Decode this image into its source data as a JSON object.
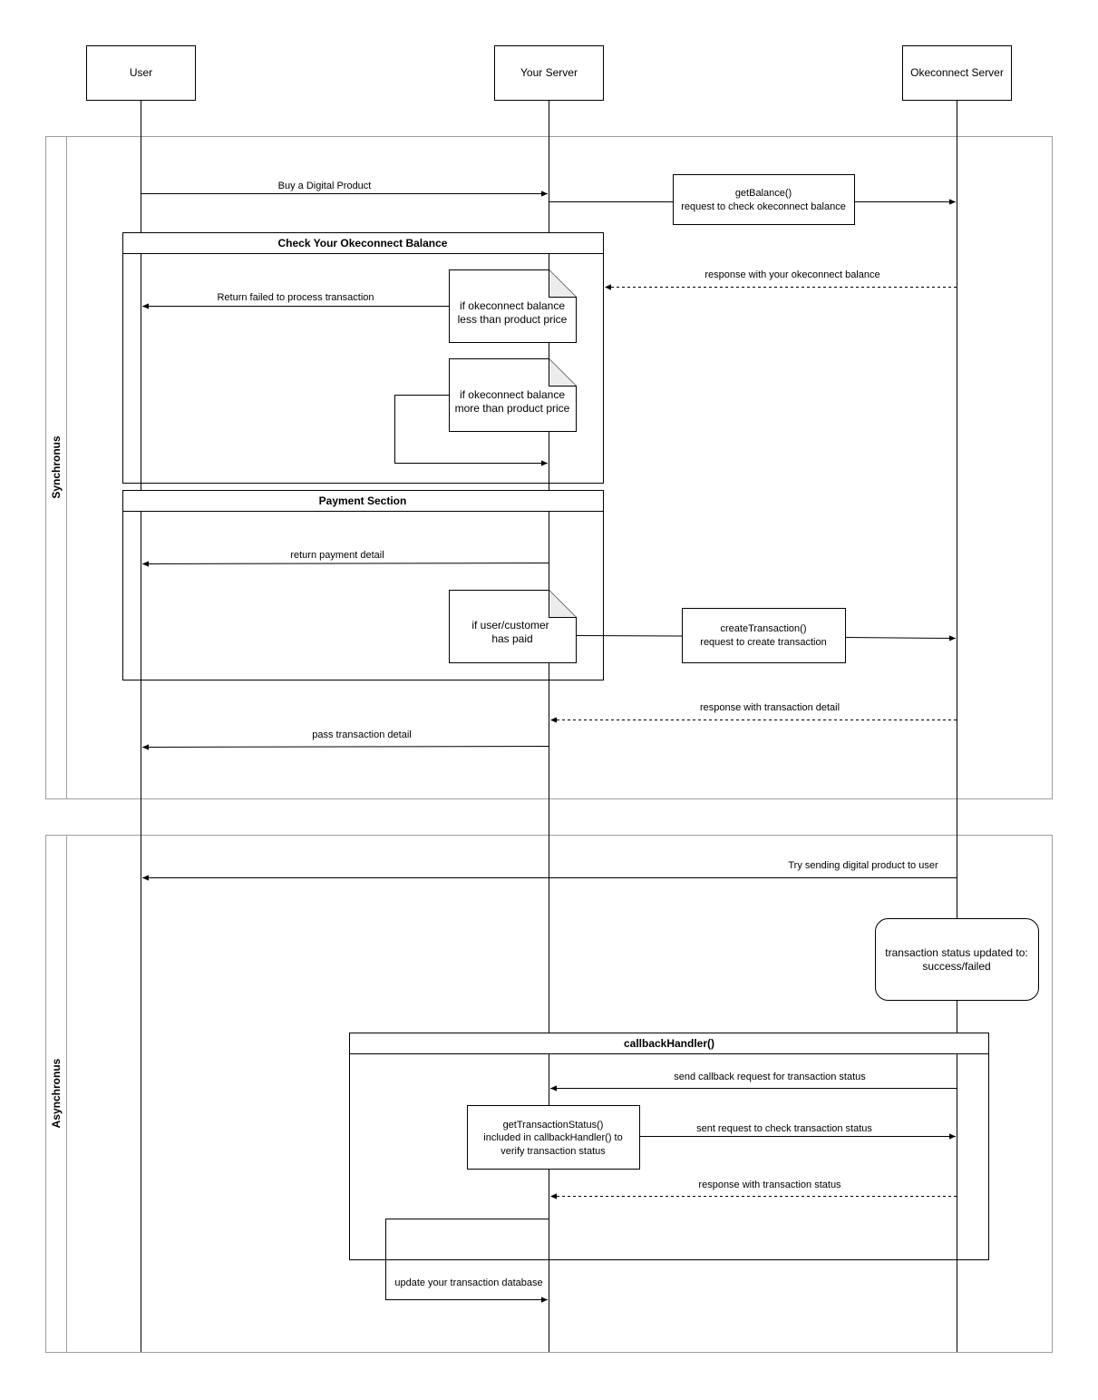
{
  "participants": {
    "user": "User",
    "your_server": "Your Server",
    "okeconnect_server": "Okeconnect Server"
  },
  "sections": {
    "synchronous": "Synchronus",
    "asynchronous": "Asynchronus"
  },
  "groups": {
    "check_balance": "Check Your Okeconnect Balance",
    "payment_section": "Payment Section",
    "callback_handler": "callbackHandler()"
  },
  "messages": {
    "buy_product": "Buy a Digital Product",
    "response_balance": "response with your okeconnect balance",
    "return_failed": "Return failed to process transaction",
    "return_payment_detail": "return payment detail",
    "response_transaction_detail": "response with transaction detail",
    "pass_transaction_detail": "pass transaction detail",
    "try_sending": "Try sending digital product to user",
    "send_callback": "send callback request for transaction status",
    "sent_request_check": "sent request to check transaction status",
    "response_status": "response with transaction status",
    "update_database": "update your transaction database"
  },
  "boxes": {
    "get_balance": {
      "line1": "getBalance()",
      "line2": "request to check okeconnect balance"
    },
    "create_transaction": {
      "line1": "createTransaction()",
      "line2": "request to create transaction"
    },
    "get_transaction_status": {
      "line1": "getTransactionStatus()",
      "line2": "included in callbackHandler() to",
      "line3": "verify transaction status"
    },
    "status_updated": {
      "line1": "transaction status updated to:",
      "line2": "success/failed"
    }
  },
  "notes": {
    "balance_less": {
      "line1": "if okeconnect balance",
      "line2": "less than product price"
    },
    "balance_more": {
      "line1": "if okeconnect balance",
      "line2": "more than product price"
    },
    "user_paid": {
      "line1": "if user/customer",
      "line2": "has paid"
    }
  },
  "colors": {
    "stroke": "#000000",
    "section_border": "#9e9e9e",
    "background": "#ffffff"
  }
}
